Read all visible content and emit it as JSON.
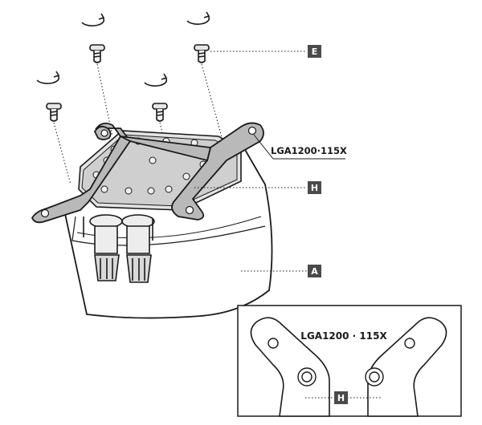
{
  "labels": {
    "E": "E",
    "H": "H",
    "A": "A",
    "bracket_callout": "LGA1200·115X",
    "inset_title": "LGA1200 · 115X",
    "inset_H": "H"
  },
  "colors": {
    "line": "#1a1a1a",
    "label_box": "#4a4a4a",
    "bracket_fill": "#b9b9b9",
    "metal_fill": "#d9d9d9",
    "body_fill": "#ffffff"
  }
}
